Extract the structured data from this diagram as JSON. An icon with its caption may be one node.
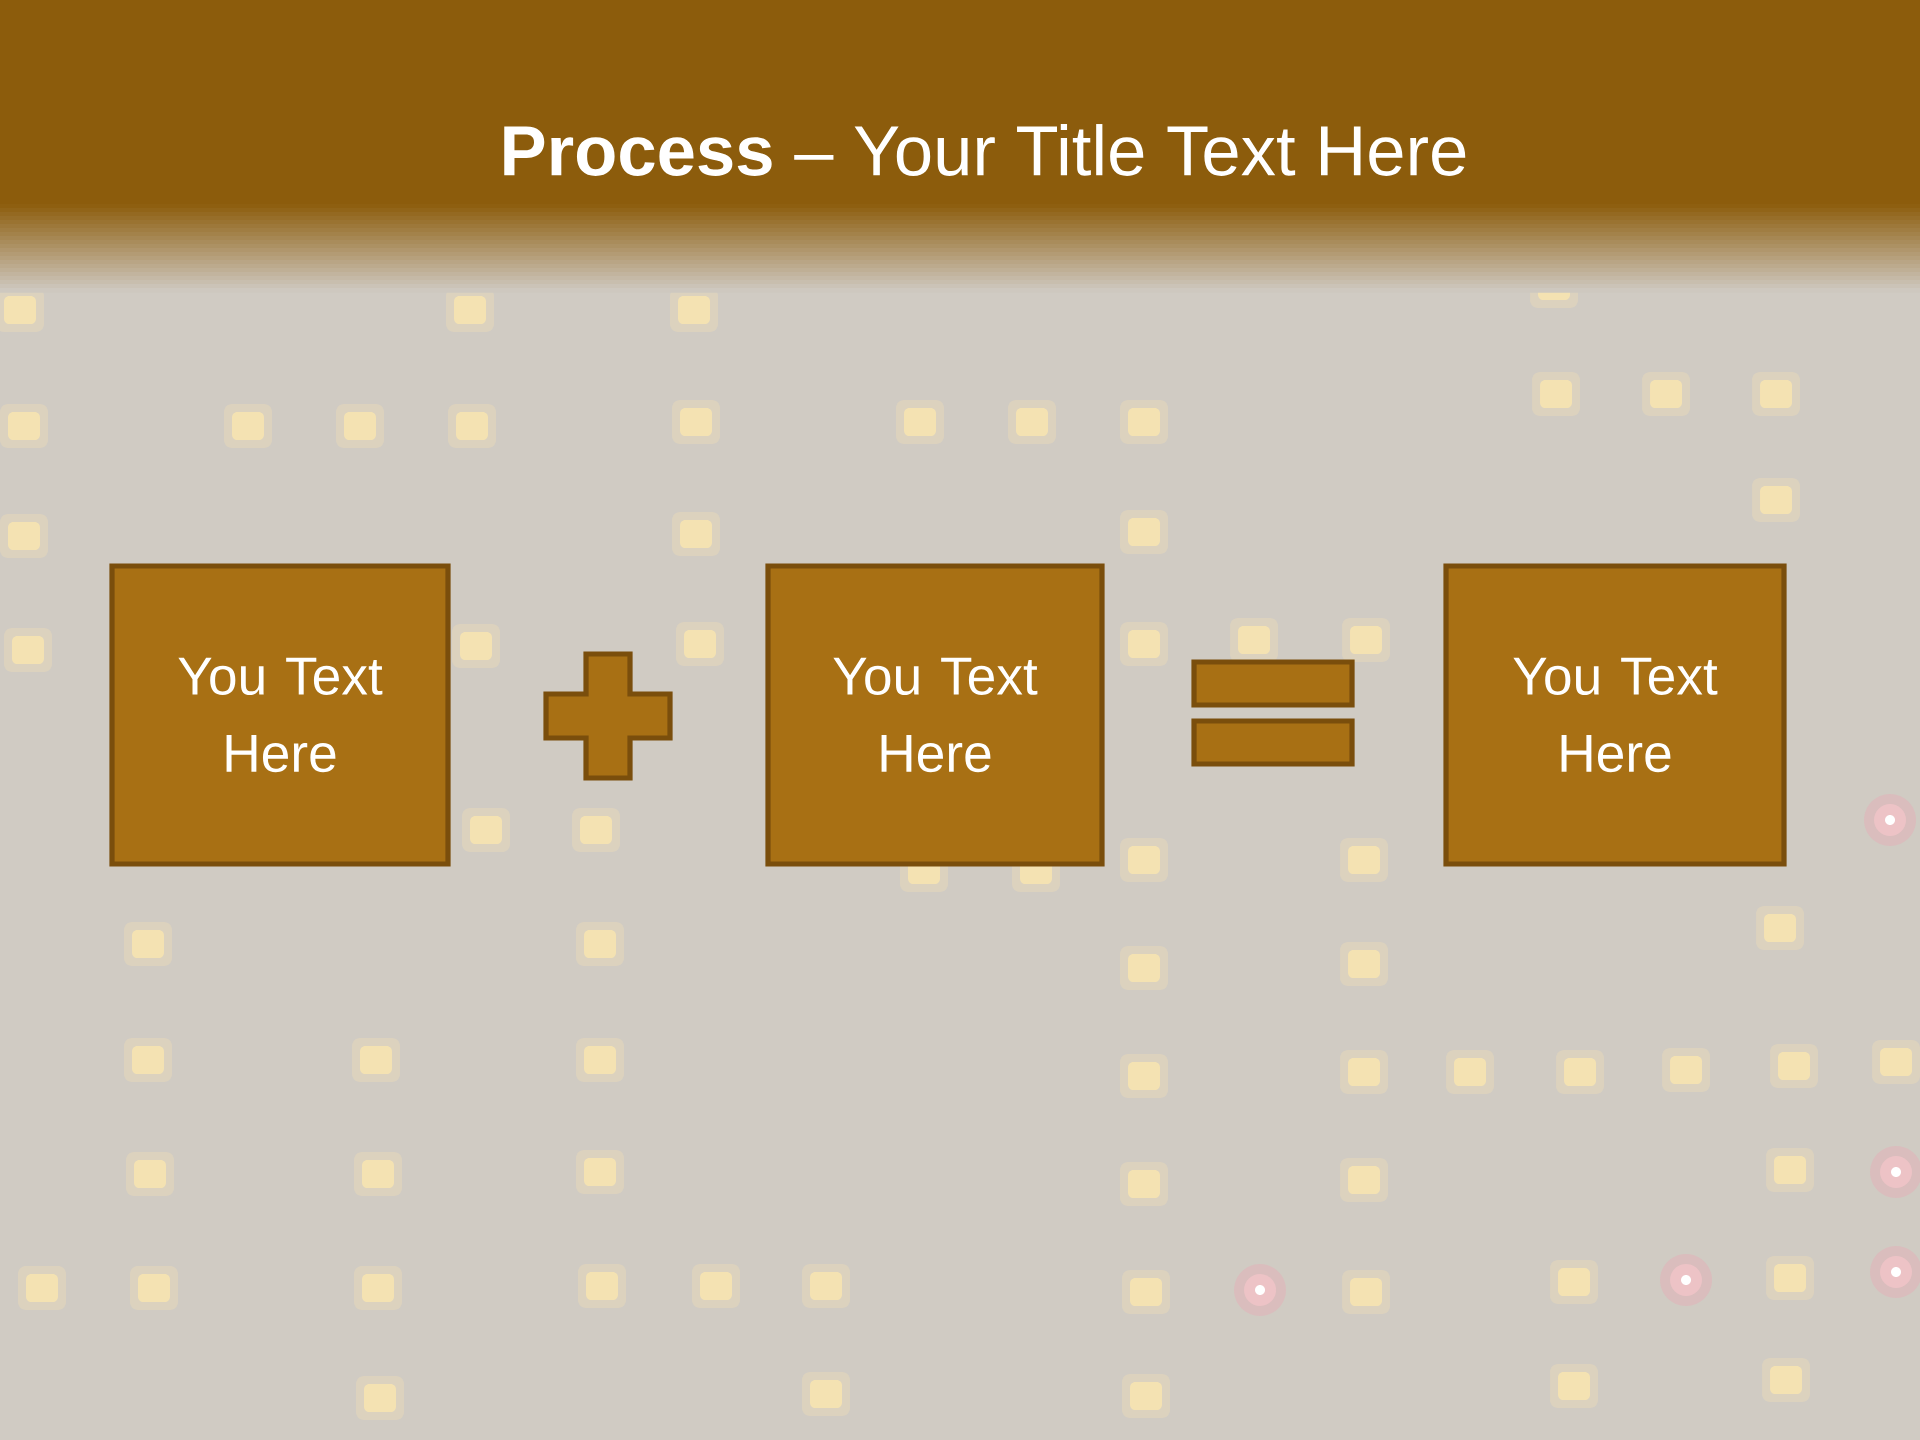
{
  "diagram": {
    "title": "**Process** – Your Title Text Here",
    "nodes": [
      {
        "text": [
          "You Text Here"
        ]
      },
      {
        "text": [],
        "shape": "plus"
      },
      {
        "text": [
          "You Text Here"
        ]
      },
      {
        "text": [],
        "shape": "equals"
      },
      {
        "text": [
          "You Text Here"
        ]
      }
    ]
  }
}
